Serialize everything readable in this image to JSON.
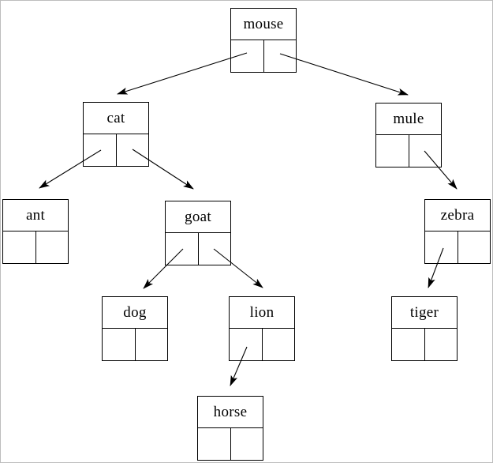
{
  "diagram": {
    "kind": "binary-tree-of-linked-nodes",
    "node_border_color": "#000000",
    "edge_color": "#000000",
    "page_border_color": "#bdbdbd",
    "nodes": {
      "mouse": {
        "label": "mouse"
      },
      "cat": {
        "label": "cat"
      },
      "mule": {
        "label": "mule"
      },
      "ant": {
        "label": "ant"
      },
      "goat": {
        "label": "goat"
      },
      "zebra": {
        "label": "zebra"
      },
      "dog": {
        "label": "dog"
      },
      "lion": {
        "label": "lion"
      },
      "tiger": {
        "label": "tiger"
      },
      "horse": {
        "label": "horse"
      }
    },
    "edges": [
      {
        "from": "mouse",
        "pointer": "left",
        "to": "cat"
      },
      {
        "from": "mouse",
        "pointer": "right",
        "to": "mule"
      },
      {
        "from": "cat",
        "pointer": "left",
        "to": "ant"
      },
      {
        "from": "cat",
        "pointer": "right",
        "to": "goat"
      },
      {
        "from": "goat",
        "pointer": "left",
        "to": "dog"
      },
      {
        "from": "goat",
        "pointer": "right",
        "to": "lion"
      },
      {
        "from": "mule",
        "pointer": "right",
        "to": "zebra"
      },
      {
        "from": "zebra",
        "pointer": "left",
        "to": "tiger"
      },
      {
        "from": "lion",
        "pointer": "left",
        "to": "horse"
      }
    ]
  }
}
